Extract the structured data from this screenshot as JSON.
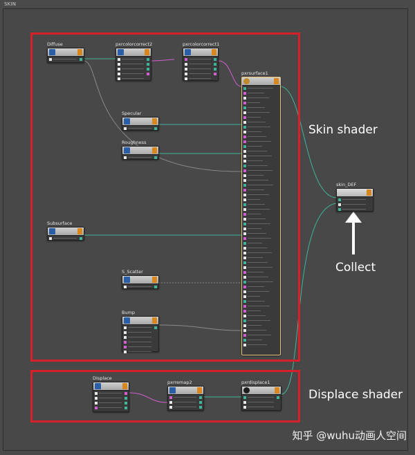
{
  "frame": {
    "title": "SKIN"
  },
  "colors": {
    "canvas": "#4a4a4a",
    "group_border": "#d8202a",
    "wire_green": "#3fb59a",
    "wire_pink": "#d35fd1",
    "wire_gray": "#8a8a8a"
  },
  "nodes": {
    "diffuse": "Diffuse",
    "pxrcolorcorrect2": "pxrcolorcorrect2",
    "pxrcolorcorrect1": "pxrcolorcorrect1",
    "pxrsurface1": "pxrsurface1",
    "specular": "Specular",
    "roughness": "Roughness",
    "subsurface": "Subsurface",
    "s_scatter": "S_Scatter",
    "bump": "Bump",
    "skin_def": "skin_DEF",
    "displace": "Displace",
    "pxrremap2": "pxrremap2",
    "pxrdisplace1": "pxrdisplace1"
  },
  "annotations": {
    "skin_shader": "Skin shader",
    "collect": "Collect",
    "displace_shader": "Displace shader"
  },
  "watermark": "知乎 @wuhu动画人空间"
}
